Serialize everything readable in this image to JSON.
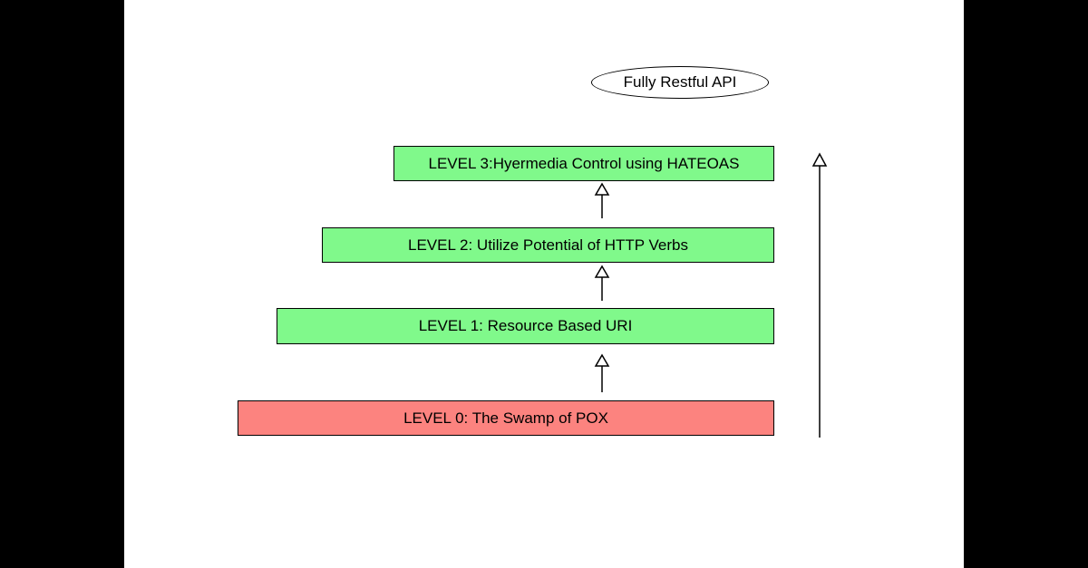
{
  "diagram": {
    "title_implicit": "REST API Maturity Levels",
    "goal": {
      "label": "Fully Restful API"
    },
    "levels": [
      {
        "id": "level-3",
        "label": "LEVEL 3:Hyermedia Control using HATEOAS",
        "fill": "#80F98B"
      },
      {
        "id": "level-2",
        "label": "LEVEL 2: Utilize Potential of HTTP Verbs",
        "fill": "#80F98B"
      },
      {
        "id": "level-1",
        "label": "LEVEL 1: Resource Based URI",
        "fill": "#80F98B"
      },
      {
        "id": "level-0",
        "label": "LEVEL 0: The Swamp of POX",
        "fill": "#FC837F"
      }
    ],
    "colors": {
      "level_green": "#80F98B",
      "level_red": "#FC837F",
      "outline": "#000000",
      "canvas": "#ffffff",
      "letterbox": "#000000"
    },
    "icons": {
      "up_arrow_between_levels": "up-arrow-icon",
      "up_arrow_progression": "up-arrow-icon"
    }
  }
}
